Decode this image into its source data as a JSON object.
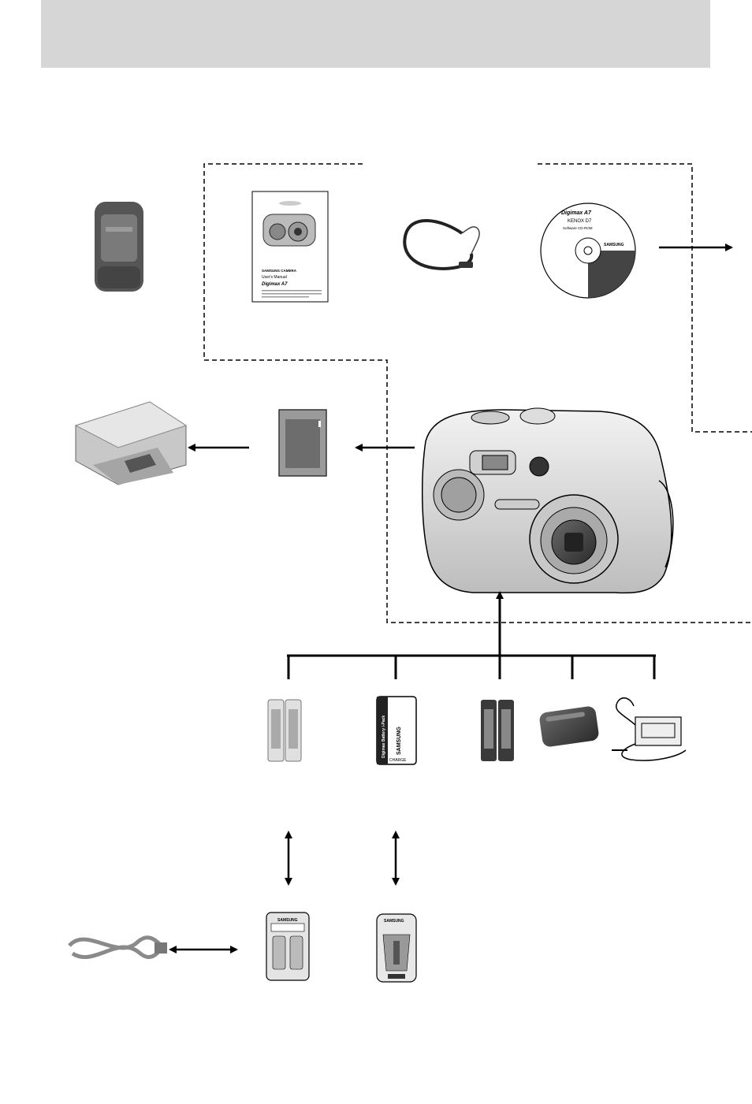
{
  "manual": {
    "camera_brand": "SAMSUNG CAMERA",
    "manual_title": "User's Manual",
    "model_name": "Digimax A7"
  },
  "cd": {
    "model_name": "Digimax A7",
    "model_name_alt": "KENOX D7",
    "label": "Software CD-ROM",
    "brand": "SAMSUNG"
  },
  "battery_pack": {
    "label": "Digimax Battery i-Pack",
    "brand": "SAMSUNG",
    "charge_label": "CHARGE"
  },
  "chargers": {
    "brand": "SAMSUNG"
  },
  "colors": {
    "header_bar": "#d6d6d6",
    "line": "#000000",
    "product_gray": "#9a9a9a"
  }
}
